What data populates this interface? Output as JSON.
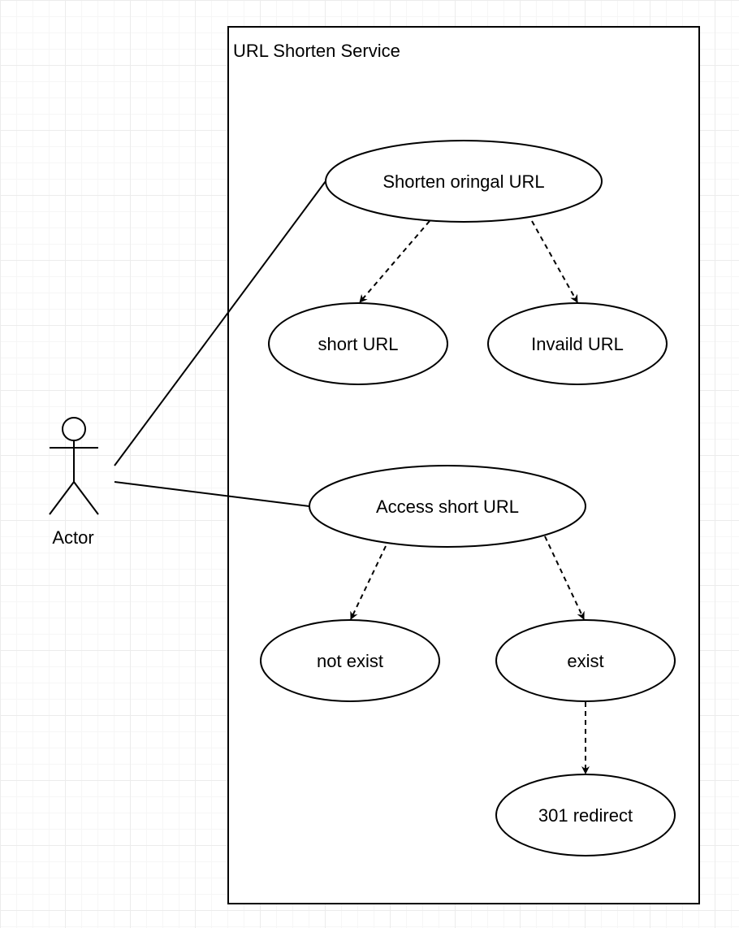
{
  "system": {
    "title": "URL Shorten Service"
  },
  "actor": {
    "label": "Actor"
  },
  "use_cases": {
    "shorten": "Shorten oringal URL",
    "short_url": "short URL",
    "invalid_url": "Invaild URL",
    "access": "Access short URL",
    "not_exist": "not exist",
    "exist": "exist",
    "redirect": "301 redirect"
  },
  "colors": {
    "stroke": "#000000",
    "fill": "#ffffff",
    "grid": "#ececec"
  }
}
